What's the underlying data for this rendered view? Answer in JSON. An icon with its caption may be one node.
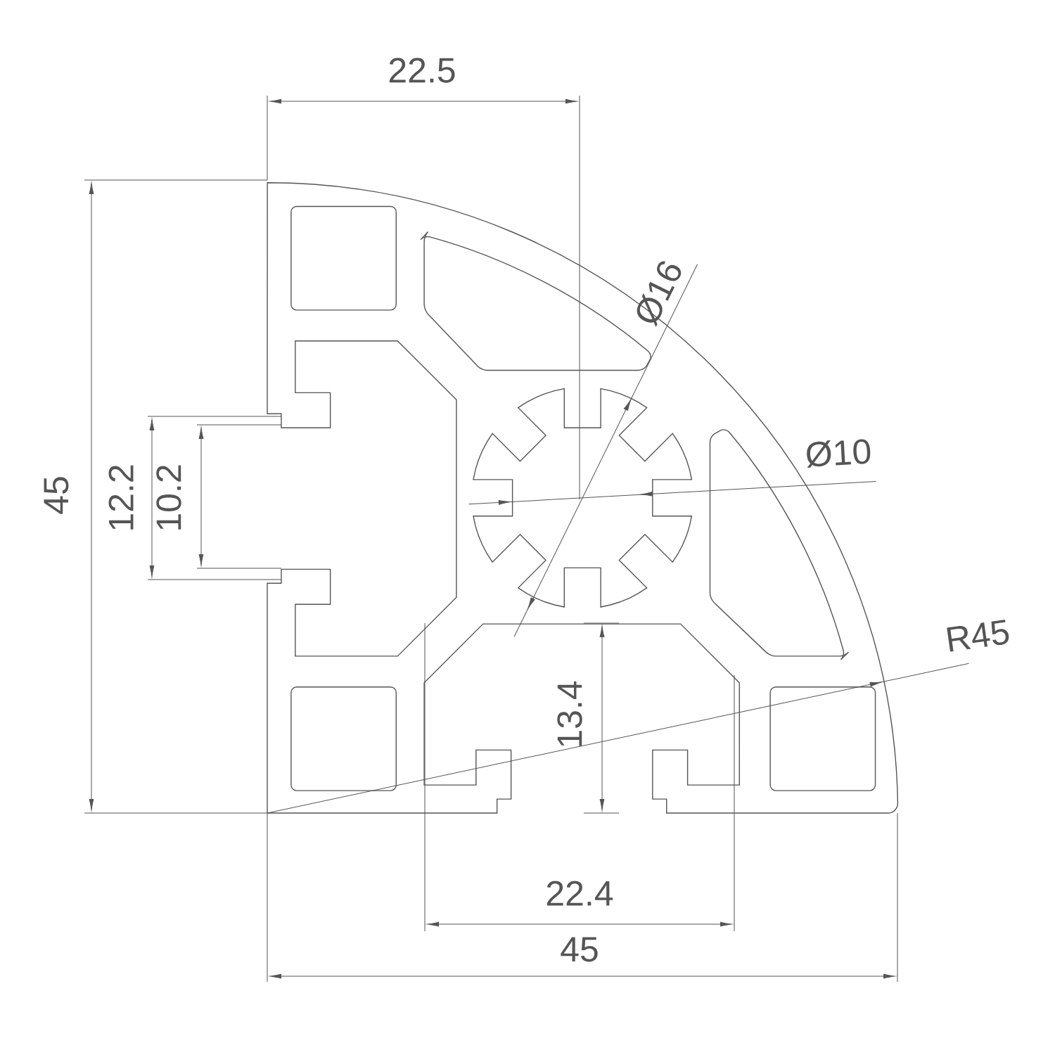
{
  "diagram": {
    "labels": [
      "22.5",
      "Ø16",
      "45",
      "12.2",
      "10.2",
      "Ø10",
      "R45",
      "13.4",
      "22.4",
      "45"
    ]
  }
}
